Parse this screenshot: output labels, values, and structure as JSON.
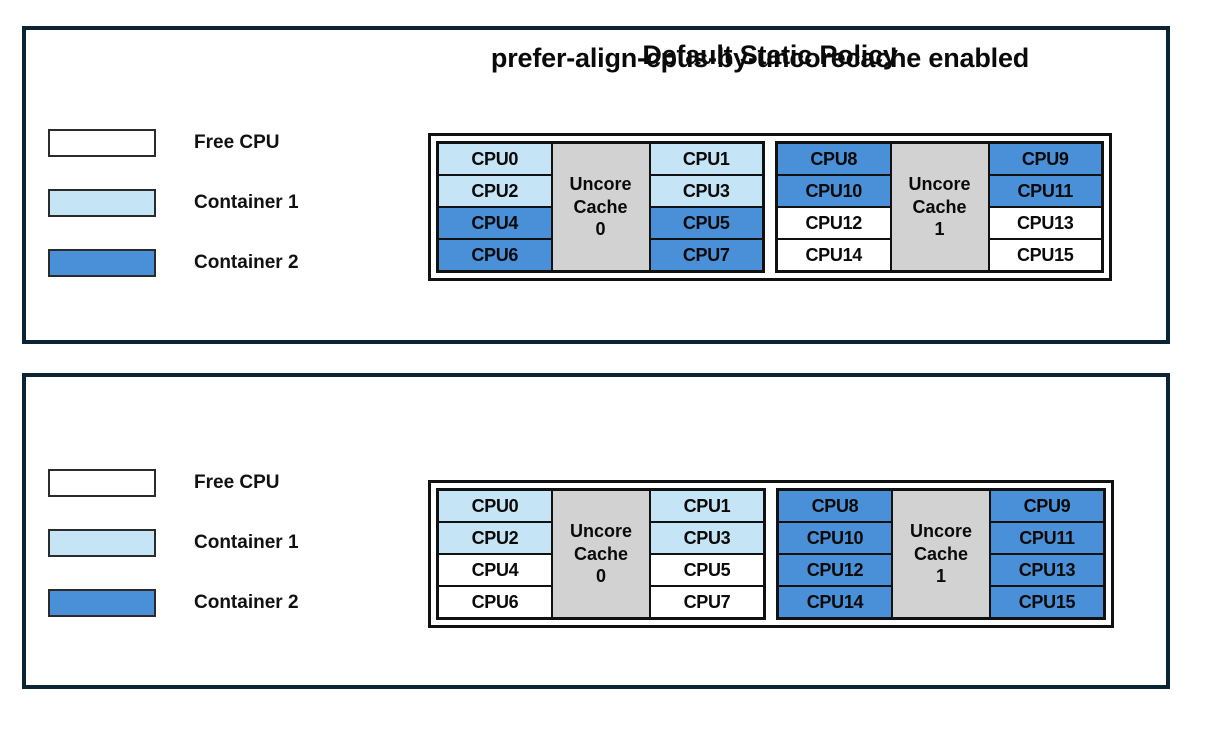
{
  "colors": {
    "free_cpu": "#ffffff",
    "container_1": "#c5e5f6",
    "container_2": "#4a90d9",
    "uncore_cache": "#d2d2d2",
    "panel_border": "#0c2333",
    "text": "#0a0a0a"
  },
  "panels": [
    {
      "id": "default-static-policy",
      "title": "Default Static Policy",
      "legend": [
        {
          "label": "Free CPU",
          "fill": "free"
        },
        {
          "label": "Container 1",
          "fill": "container1"
        },
        {
          "label": "Container 2",
          "fill": "container2"
        }
      ],
      "cache_groups": [
        {
          "cache_label_line1": "Uncore",
          "cache_label_line2": "Cache",
          "cache_index": "0",
          "left_column": [
            {
              "label": "CPU0",
              "fill": "container1"
            },
            {
              "label": "CPU2",
              "fill": "container1"
            },
            {
              "label": "CPU4",
              "fill": "container2"
            },
            {
              "label": "CPU6",
              "fill": "container2"
            }
          ],
          "right_column": [
            {
              "label": "CPU1",
              "fill": "container1"
            },
            {
              "label": "CPU3",
              "fill": "container1"
            },
            {
              "label": "CPU5",
              "fill": "container2"
            },
            {
              "label": "CPU7",
              "fill": "container2"
            }
          ]
        },
        {
          "cache_label_line1": "Uncore",
          "cache_label_line2": "Cache",
          "cache_index": "1",
          "left_column": [
            {
              "label": "CPU8",
              "fill": "container2"
            },
            {
              "label": "CPU10",
              "fill": "container2"
            },
            {
              "label": "CPU12",
              "fill": "free"
            },
            {
              "label": "CPU14",
              "fill": "free"
            }
          ],
          "right_column": [
            {
              "label": "CPU9",
              "fill": "container2"
            },
            {
              "label": "CPU11",
              "fill": "container2"
            },
            {
              "label": "CPU13",
              "fill": "free"
            },
            {
              "label": "CPU15",
              "fill": "free"
            }
          ]
        }
      ]
    },
    {
      "id": "prefer-align-cpus-by-uncorecache",
      "title": "prefer-align-cpus-by-uncorecache enabled",
      "legend": [
        {
          "label": "Free CPU",
          "fill": "free"
        },
        {
          "label": "Container 1",
          "fill": "container1"
        },
        {
          "label": "Container 2",
          "fill": "container2"
        }
      ],
      "cache_groups": [
        {
          "cache_label_line1": "Uncore",
          "cache_label_line2": "Cache",
          "cache_index": "0",
          "left_column": [
            {
              "label": "CPU0",
              "fill": "container1"
            },
            {
              "label": "CPU2",
              "fill": "container1"
            },
            {
              "label": "CPU4",
              "fill": "free"
            },
            {
              "label": "CPU6",
              "fill": "free"
            }
          ],
          "right_column": [
            {
              "label": "CPU1",
              "fill": "container1"
            },
            {
              "label": "CPU3",
              "fill": "container1"
            },
            {
              "label": "CPU5",
              "fill": "free"
            },
            {
              "label": "CPU7",
              "fill": "free"
            }
          ]
        },
        {
          "cache_label_line1": "Uncore",
          "cache_label_line2": "Cache",
          "cache_index": "1",
          "left_column": [
            {
              "label": "CPU8",
              "fill": "container2"
            },
            {
              "label": "CPU10",
              "fill": "container2"
            },
            {
              "label": "CPU12",
              "fill": "container2"
            },
            {
              "label": "CPU14",
              "fill": "container2"
            }
          ],
          "right_column": [
            {
              "label": "CPU9",
              "fill": "container2"
            },
            {
              "label": "CPU11",
              "fill": "container2"
            },
            {
              "label": "CPU13",
              "fill": "container2"
            },
            {
              "label": "CPU15",
              "fill": "container2"
            }
          ]
        }
      ]
    }
  ]
}
